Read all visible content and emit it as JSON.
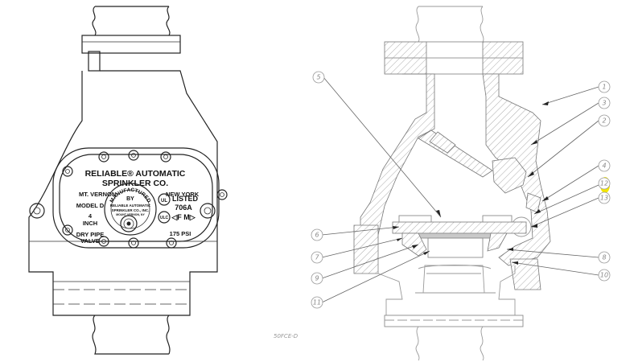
{
  "nameplate": {
    "line1": "RELIABLE® AUTOMATIC",
    "line2": "SPRINKLER CO.",
    "city": "MT. VERNON",
    "state": "NEW YORK",
    "model": "MODEL D",
    "size_num": "4",
    "size_unit": "INCH",
    "type1": "DRY PIPE",
    "type2": "VALVE",
    "listed": "LISTED",
    "listing_no": "706A",
    "fm": "◁F M▷",
    "pressure": "175 PSI",
    "seal_top": "MANUFACTURED",
    "seal_by": "BY",
    "seal_co1": "RELIABLE AUTOMATIC",
    "seal_co2": "SPRINKLER CO., INC.",
    "seal_loc": "MOUNT VERNON, NY",
    "ul": "UL",
    "ulc": "ULC"
  },
  "callouts": [
    "1",
    "2",
    "3",
    "4",
    "5",
    "6",
    "7",
    "8",
    "9",
    "10",
    "11",
    "12",
    "13"
  ],
  "drawing_id": "50FCE-D",
  "colors": {
    "highlight": "#f3e600",
    "line": "#222222",
    "gray": "#999999"
  }
}
